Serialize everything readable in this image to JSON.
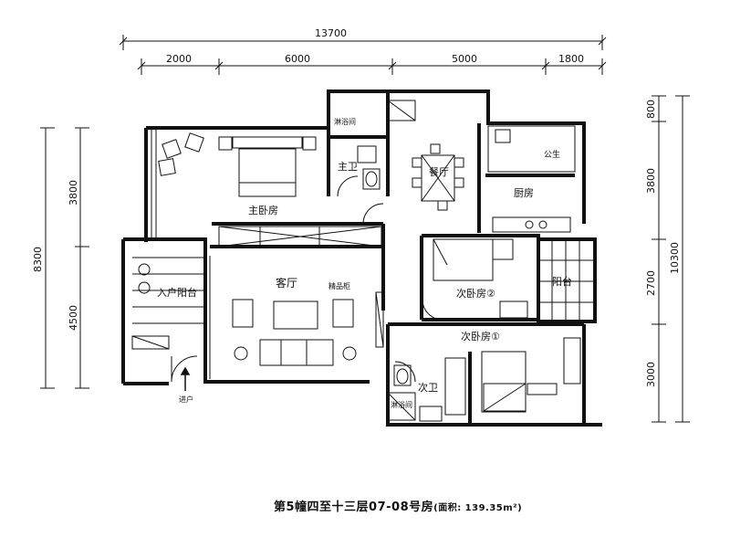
{
  "dimensions": {
    "top_total": "13700",
    "top_segments": [
      "2000",
      "6000",
      "5000",
      "1800"
    ],
    "left_outer": "8300",
    "left_inner": [
      "3800",
      "4500"
    ],
    "right_outer": "10300",
    "right_inner": [
      "800",
      "3800",
      "2700",
      "3000"
    ]
  },
  "rooms": {
    "master_bedroom": "主卧房",
    "master_bath": "主卫",
    "shower_master": "淋浴间",
    "dining": "餐厅",
    "kitchen": "厨房",
    "balcony_small": "公生",
    "living": "客厅",
    "entry_balcony": "入户阳台",
    "entry": "进户",
    "display_cabinet": "精品柜",
    "bedroom2": "次卧房②",
    "bedroom1": "次卧房①",
    "yard_balcony": "阳台",
    "second_bath": "次卫",
    "shower_second": "淋浴间"
  },
  "caption": {
    "main": "第5幢四至十三层07-08号房",
    "area": "(面积: 139.35m²)"
  }
}
